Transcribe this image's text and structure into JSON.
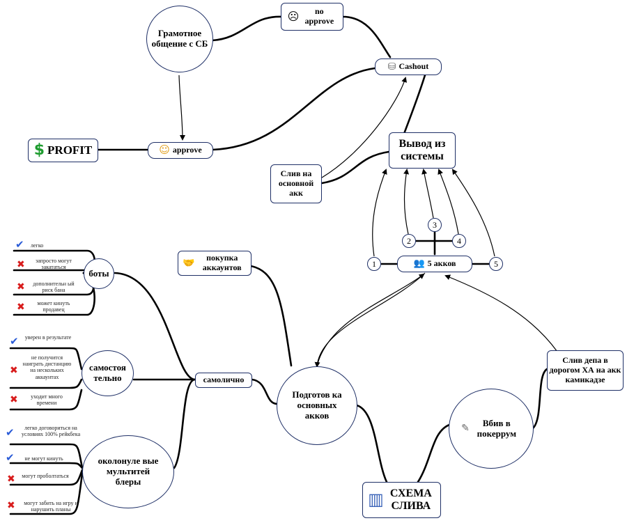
{
  "nodes": {
    "no_approve": "no approve",
    "gramotnoe": "Грамотное общение с СБ",
    "cashout": "Cashout",
    "profit": "PROFIT",
    "approve": "approve",
    "vyvod": "Вывод из системы",
    "sliv_osn": "Слив на основной акк",
    "five_akkov": "5 акков",
    "pokupka": "покупка аккаунтов",
    "boty": "боты",
    "samost": "самостоя тельно",
    "samolichno": "самолично",
    "podgotovka": "Подготов ка основных акков",
    "okolo": "околонуле вые мультитей блеры",
    "shema": "СХЕМА СЛИВА",
    "vbiv": "Вбив в покеррум",
    "sliv_depa": "Слив депа в дорогом ХА на акк камикадзе"
  },
  "numbers": [
    "1",
    "2",
    "3",
    "4",
    "5"
  ],
  "leaves": {
    "boty": [
      "легко",
      "запросто могут закататься",
      "дополнительн ый риск бана",
      "может кинуть продавец"
    ],
    "samost": [
      "уверен в результате",
      "не получится наиграть дистанцию на нескольких аккаунтах",
      "уходит много времени"
    ],
    "okolo": [
      "легко договориться на условиях 100% рейкбека",
      "не могут кинуть",
      "могут проболтаться",
      "могут забить на игру и нарушить планы"
    ]
  },
  "icons": {
    "no_approve": "sad-face",
    "cashout": "coins",
    "profit": "dollar-sign",
    "approve": "smile-face",
    "five_akkov": "people",
    "pokupka": "handshake-money",
    "vbiv": "pen",
    "shema": "building",
    "check": "check-mark",
    "cross": "cross-mark"
  },
  "colors": {
    "border": "#1e2f66",
    "check": "#2a5bd7",
    "cross": "#d81c1c",
    "profit_dollar": "#1e9c2f"
  }
}
